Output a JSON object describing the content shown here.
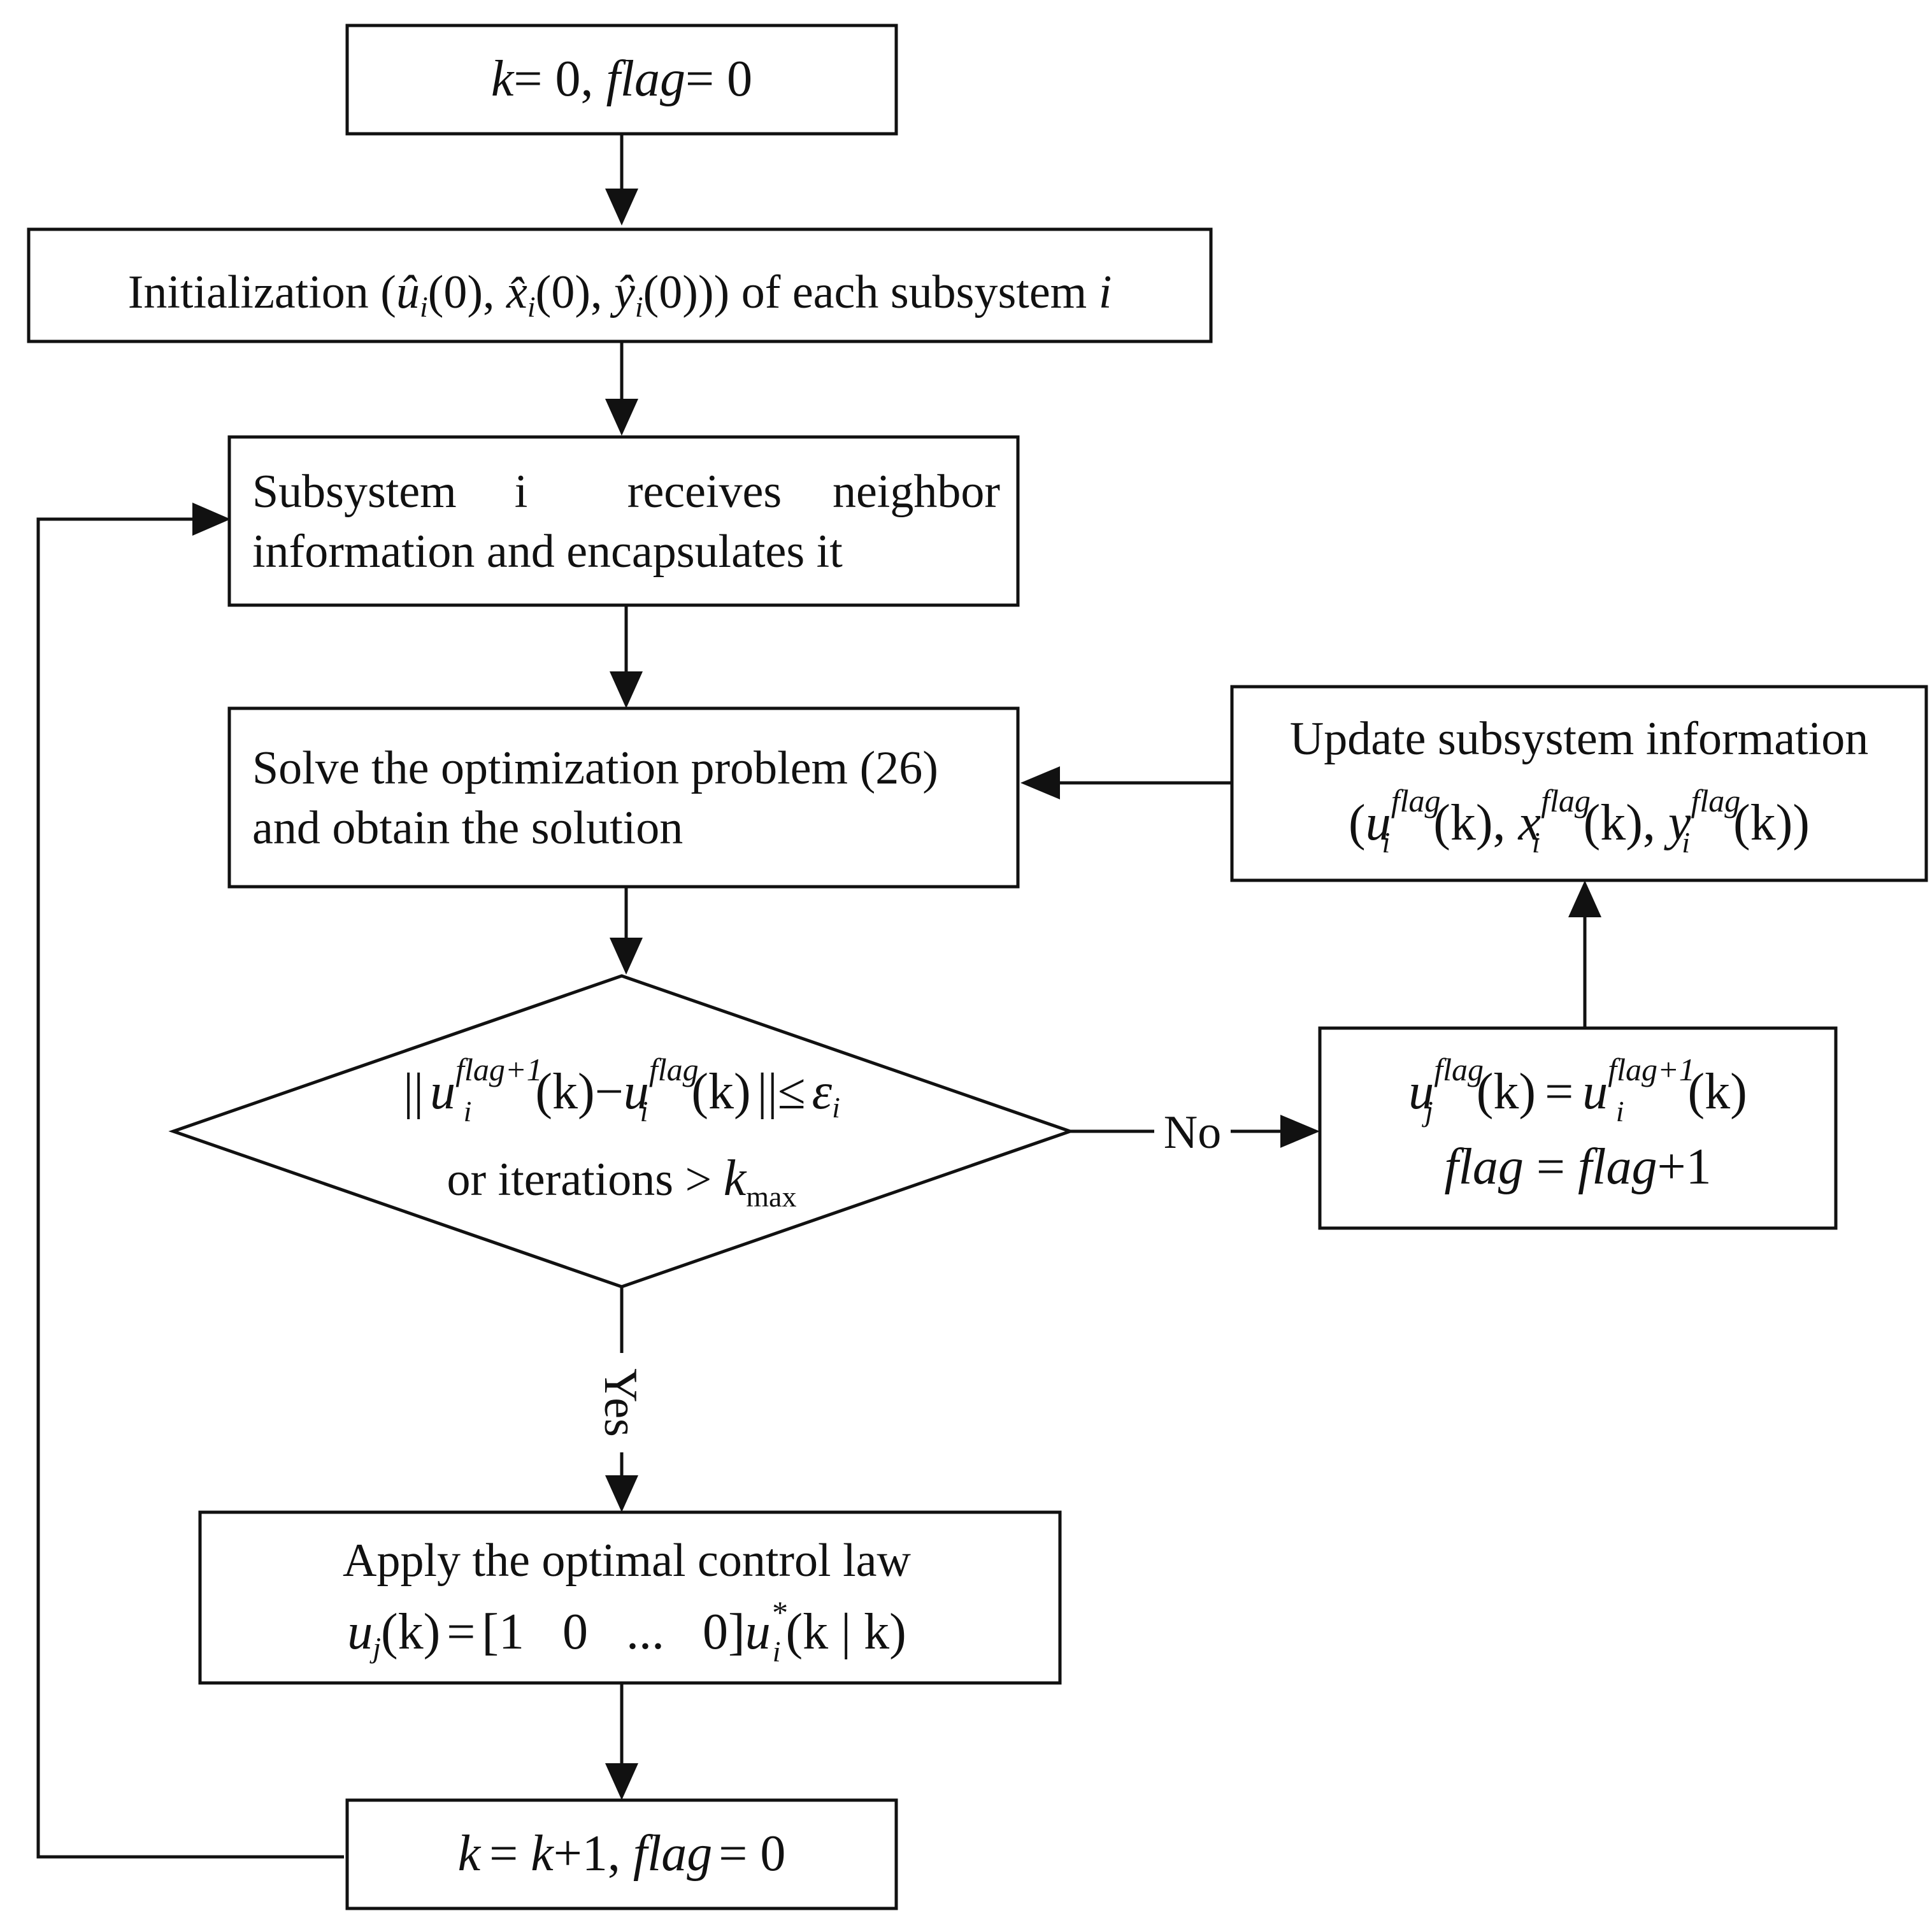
{
  "nodes": {
    "init_k": {
      "k_var": "k",
      "eq1": "= 0, ",
      "flag_var": "flag",
      "eq2": "= 0"
    },
    "init_sub": {
      "prefix": "Initialization (",
      "u_hat": "û",
      "x_hat": "x̂",
      "y_hat": "ŷ",
      "sub_i": "i",
      "arg0": "(0)",
      "comma": ", ",
      "close": ")) of each subsystem ",
      "i_var": "i"
    },
    "receive": {
      "w1": "Subsystem",
      "w2": "i",
      "w3": "receives",
      "w4": "neighbor",
      "line2": "information and encapsulates it"
    },
    "solve": {
      "line1": "Solve the optimization problem (26)",
      "line2": "and obtain the solution"
    },
    "update": {
      "line1": "Update subsystem information",
      "open": "(",
      "u": "u",
      "x": "x",
      "y": "y",
      "sub_i": "i",
      "sup_flag": "flag",
      "arg_k": "(k)",
      "comma": ", ",
      "close": ")"
    },
    "decision": {
      "norm_l": "||",
      "u": "u",
      "sub_i": "i",
      "sup_flag1": "flag+1",
      "arg_k": "(k)",
      "minus": "−",
      "sup_flag": "flag",
      "norm_r": "||≤",
      "eps": "ε",
      "sub_eps": "i",
      "line2": "or iterations > ",
      "k": "k",
      "kmax_sub": "max"
    },
    "assign": {
      "u": "u",
      "sub_j": "j",
      "sup_flag": "flag",
      "arg_k": "(k)",
      "eq": "=",
      "sub_i": "i",
      "sup_flag1": "flag+1",
      "line2_a": "flag",
      "line2_eq": "=",
      "line2_b": "flag",
      "line2_plus": "+1"
    },
    "apply": {
      "line1": "Apply the optimal control law",
      "u": "u",
      "sub_j": "j",
      "arg_k": "(k)",
      "eq": "=",
      "vec_1": "[1",
      "vec_0": "0",
      "vec_dots": "...",
      "vec_end": "0]",
      "u2": "u",
      "sub_i": "i",
      "sup_star": "*",
      "arg_kk": "(k | k)"
    },
    "incr": {
      "k_var": "k",
      "eq1": "= ",
      "k2": "k",
      "plus1": "+1, ",
      "flag_var": "flag",
      "eq2": "= 0"
    }
  },
  "edges": {
    "no_label": "No",
    "yes_label": "Yes"
  }
}
